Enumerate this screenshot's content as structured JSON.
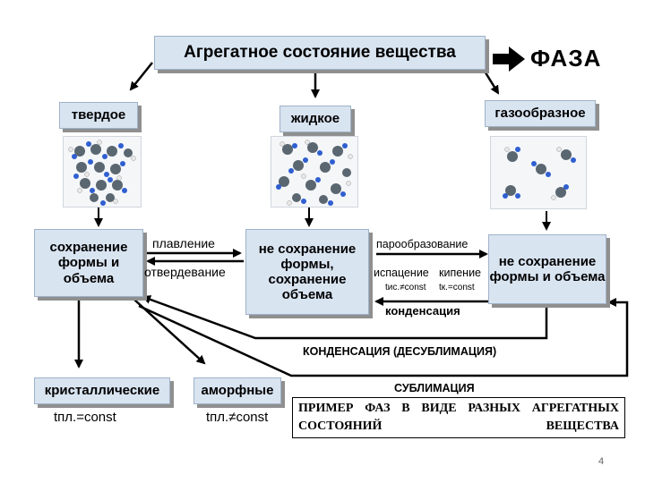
{
  "title": "Агрегатное состояние вещества",
  "phase_label": "ФАЗА",
  "states": {
    "solid": "твердое",
    "liquid": "жидкое",
    "gas": "газообразное"
  },
  "properties": {
    "solid": "сохранение формы и объема",
    "liquid": "не сохранение формы, сохранение объема",
    "gas": "не сохранение формы и объема"
  },
  "transitions": {
    "melting": "плавление",
    "solidification": "отвердевание",
    "vaporization": "парообразование",
    "evaporation": "испацение",
    "boiling": "кипение",
    "evap_formula": "tис.≠const",
    "boil_formula": "tк.=const",
    "condensation": "конденсация",
    "desublimation": "КОНДЕНСАЦИЯ (ДЕСУБЛИМАЦИЯ)",
    "sublimation": "СУБЛИМАЦИЯ"
  },
  "solid_types": {
    "crystalline": "кристаллические",
    "amorphous": "аморфные",
    "crystalline_formula": "tпл.=const",
    "amorphous_formula": "tпл.≠const"
  },
  "example_text": "ПРИМЕР ФАЗ В ВИДЕ РАЗНЫХ АГРЕГАТНЫХ СОСТОЯНИЙ ВЕЩЕСТВА",
  "page_number": "4"
}
